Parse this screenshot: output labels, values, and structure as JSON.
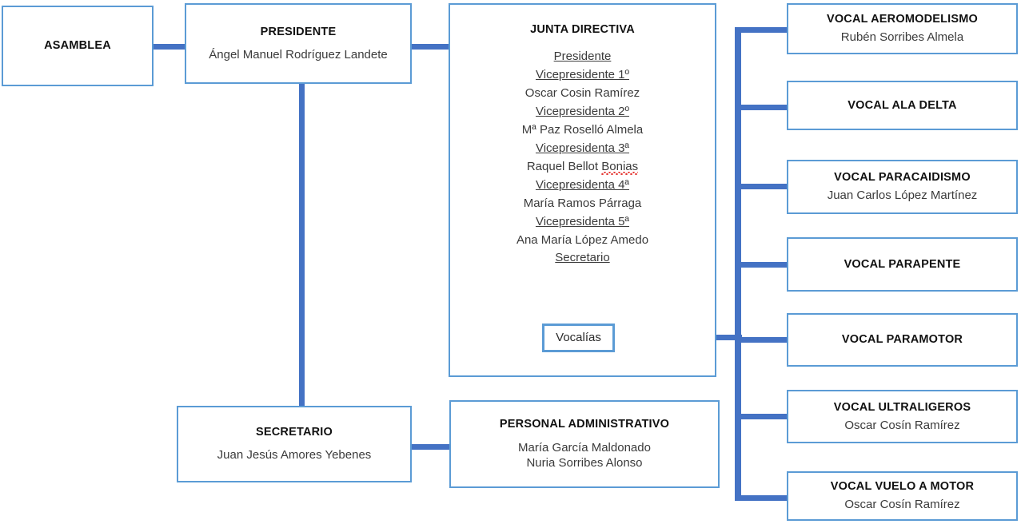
{
  "diagram": {
    "title": "Organigrama",
    "colors": {
      "box_border": "#5B9BD5",
      "connector": "#4472C4",
      "title_text": "#111111",
      "body_text": "#3b3b3b",
      "spellcheck_underline": "#e53935",
      "background": "#ffffff"
    }
  },
  "nodes": {
    "asamblea": {
      "title": "ASAMBLEA"
    },
    "presidente": {
      "title": "PRESIDENTE",
      "name": "Ángel Manuel Rodríguez Landete"
    },
    "junta_directiva": {
      "title": "JUNTA DIRECTIVA",
      "entries": [
        {
          "role": "Presidente",
          "person": ""
        },
        {
          "role": "Vicepresidente 1º",
          "person": "Oscar Cosin Ramírez"
        },
        {
          "role": "Vicepresidenta 2º",
          "person": "Mª Paz Roselló Almela"
        },
        {
          "role": "Vicepresidenta 3ª",
          "person": "Raquel Bellot Bonias",
          "person_misspelled_word": "Bonias"
        },
        {
          "role": "Vicepresidenta 4ª",
          "person": "María Ramos Párraga"
        },
        {
          "role": "Vicepresidenta 5ª",
          "person": "Ana María López Amedo"
        },
        {
          "role": "Secretario",
          "person": ""
        }
      ]
    },
    "vocalias": {
      "label": "Vocalías"
    },
    "secretario": {
      "title": "SECRETARIO",
      "name": "Juan Jesús Amores Yebenes"
    },
    "personal_administrativo": {
      "title": "PERSONAL ADMINISTRATIVO",
      "names": [
        "María García Maldonado",
        "Nuria Sorribes Alonso"
      ]
    }
  },
  "vocales": [
    {
      "title": "VOCAL AEROMODELISMO",
      "name": "Rubén Sorribes Almela"
    },
    {
      "title": "VOCAL ALA DELTA",
      "name": ""
    },
    {
      "title": "VOCAL PARACAIDISMO",
      "name": "Juan Carlos López Martínez"
    },
    {
      "title": "VOCAL PARAPENTE",
      "name": ""
    },
    {
      "title": "VOCAL PARAMOTOR",
      "name": ""
    },
    {
      "title": "VOCAL ULTRALIGEROS",
      "name": "Oscar Cosín Ramírez"
    },
    {
      "title": "VOCAL VUELO A MOTOR",
      "name": "Oscar Cosín Ramírez"
    }
  ]
}
